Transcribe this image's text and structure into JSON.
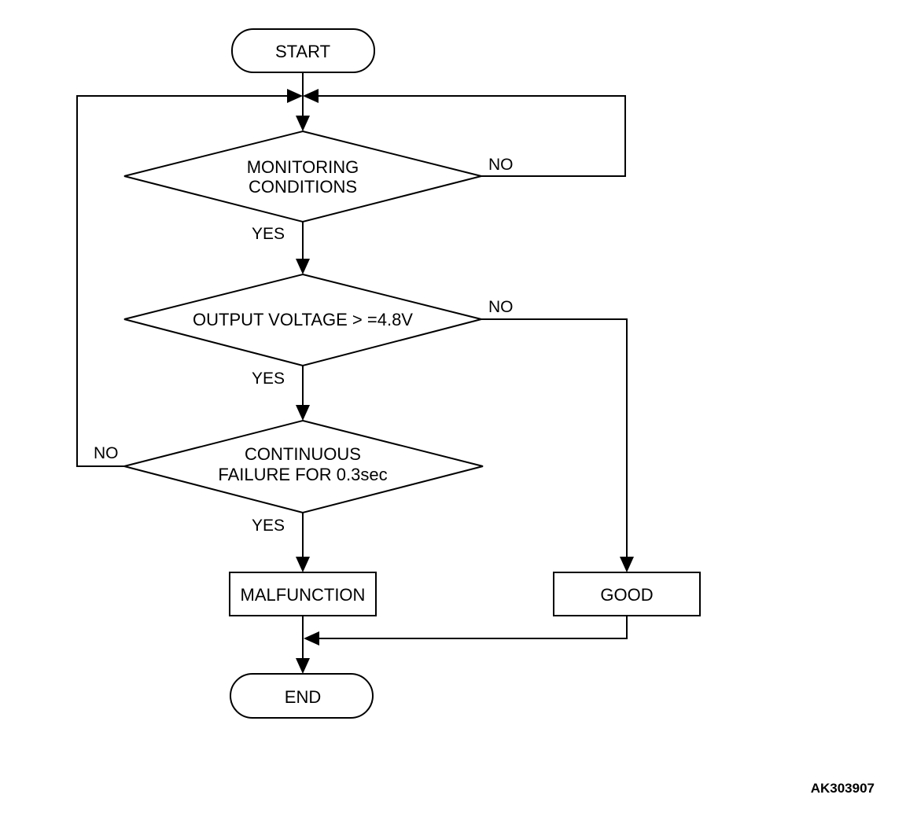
{
  "nodes": {
    "start": "START",
    "monitoring_line1": "MONITORING",
    "monitoring_line2": "CONDITIONS",
    "voltage": "OUTPUT VOLTAGE > =4.8V",
    "continuous_line1": "CONTINUOUS",
    "continuous_line2": "FAILURE FOR 0.3sec",
    "malfunction": "MALFUNCTION",
    "good": "GOOD",
    "end": "END"
  },
  "branches": {
    "monitoring_no": "NO",
    "monitoring_yes": "YES",
    "voltage_no": "NO",
    "voltage_yes": "YES",
    "continuous_no": "NO",
    "continuous_yes": "YES"
  },
  "reference_code": "AK303907"
}
